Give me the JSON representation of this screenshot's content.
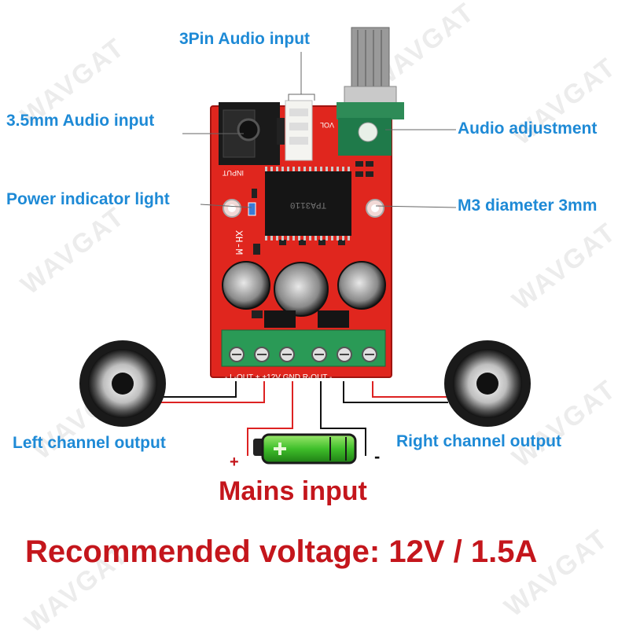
{
  "watermark": "WAVGAT",
  "labels": {
    "pin3_audio_input": "3Pin Audio input",
    "audio_35mm_input": "3.5mm Audio input",
    "audio_adjustment": "Audio adjustment",
    "power_indicator": "Power indicator light",
    "m3_diameter": "M3 diameter 3mm",
    "left_output": "Left channel output",
    "right_output": "Right channel output"
  },
  "board": {
    "silkscreen_input": "INPUT",
    "silkscreen_vol": "VOL",
    "silkscreen_model": "XH-M",
    "chip_text": "TPA3110",
    "terminal_labels": "- L-OUT +  +12V  GND  R-OUT -"
  },
  "battery": {
    "plus": "+",
    "minus": "-"
  },
  "mains_input": "Mains input",
  "recommended_voltage": "Recommended voltage: 12V / 1.5A",
  "colors": {
    "label_blue": "#1e8ad6",
    "title_red": "#c4161c",
    "pcb_red": "#e0261e",
    "battery_green": "#3fbf2a"
  },
  "icons": [
    "speaker-icon",
    "battery-icon",
    "potentiometer-icon",
    "audio-jack-icon",
    "capacitor-icon"
  ]
}
